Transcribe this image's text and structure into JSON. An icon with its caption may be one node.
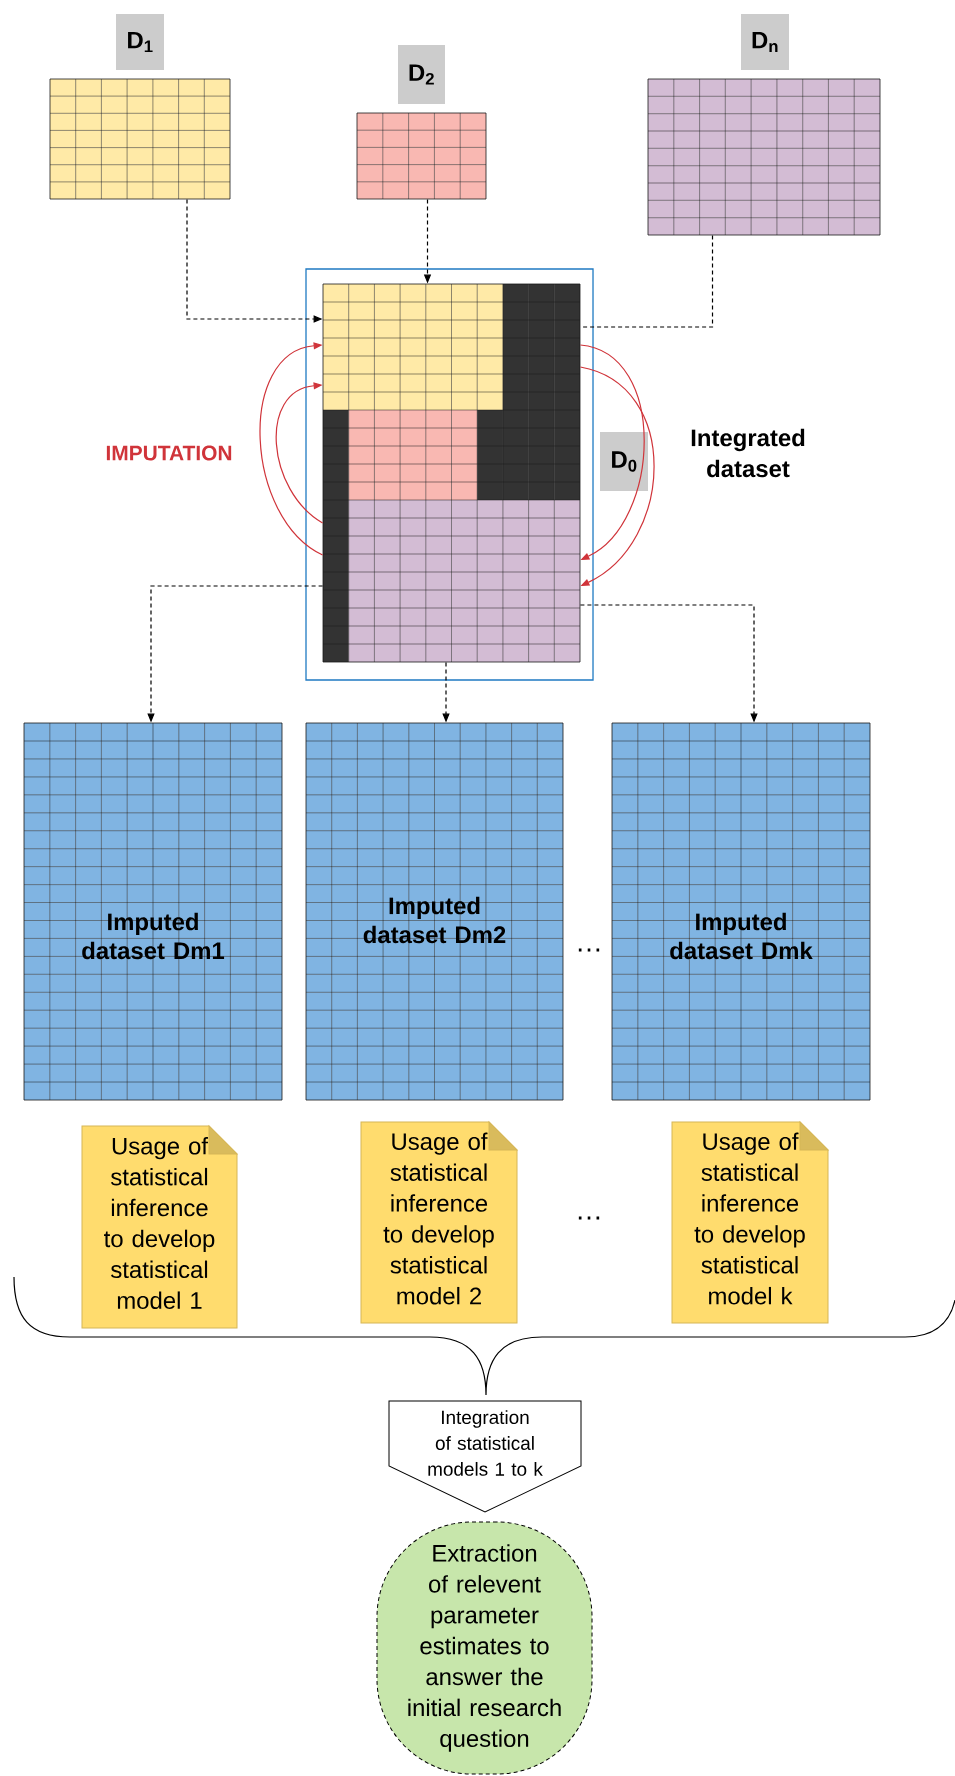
{
  "diagram": {
    "nodes": [
      {
        "text": [
          "D$_{1}$"
        ]
      },
      {
        "text": [
          "D$_{2}$"
        ]
      },
      {
        "text": [
          "D$_{n}$"
        ]
      },
      {
        "text": [
          "D$_{0}$"
        ],
        "beside": [
          "Integrated dataset"
        ]
      },
      {
        "text": [],
        "shape": "box",
        "in": 3
      },
      {
        "text": [
          "Imputed dataset Dm1"
        ]
      },
      {
        "text": [
          "Imputed dataset Dm2"
        ]
      },
      {
        "text": [
          "Imputed dataset Dmk"
        ]
      },
      {
        "text": [
          "Usage of statistical inference to develop statistical model 1"
        ]
      },
      {
        "text": [
          "Usage of statistical inference to develop statistical model 2"
        ]
      },
      {
        "text": [
          "Usage of statistical inference to develop statistical model k"
        ]
      },
      {
        "text": [
          "Integration of statistical models 1 to k"
        ]
      },
      {
        "text": [
          "Extraction of relevent parameter estimates to answer the initial research question"
        ]
      }
    ],
    "edges": [
      {
        "from": 0,
        "to": 4,
        "arrow": "to",
        "style": "dashed"
      },
      {
        "from": 1,
        "to": 4,
        "arrow": "to",
        "style": "dashed"
      },
      {
        "from": 2,
        "to": 4,
        "arrow": "none",
        "style": "dashed"
      },
      {
        "from": 4,
        "to": 4,
        "arrow": "to",
        "color": "#d0343a"
      },
      {
        "from": 4,
        "to": 4,
        "arrow": "to",
        "color": "#d0343a"
      },
      {
        "from": 4,
        "to": 4,
        "arrow": "to",
        "color": "#d0343a"
      },
      {
        "from": 4,
        "to": 4,
        "arrow": "to",
        "color": "#d0343a"
      },
      {
        "from": 4,
        "to": 5,
        "arrow": "to",
        "style": "dashed"
      },
      {
        "from": 4,
        "to": 6,
        "arrow": "to",
        "style": "dashed"
      },
      {
        "from": 4,
        "to": 7,
        "arrow": "to",
        "style": "dashed"
      }
    ],
    "labels": [
      "IMPUTATION",
      "…",
      "…"
    ]
  }
}
